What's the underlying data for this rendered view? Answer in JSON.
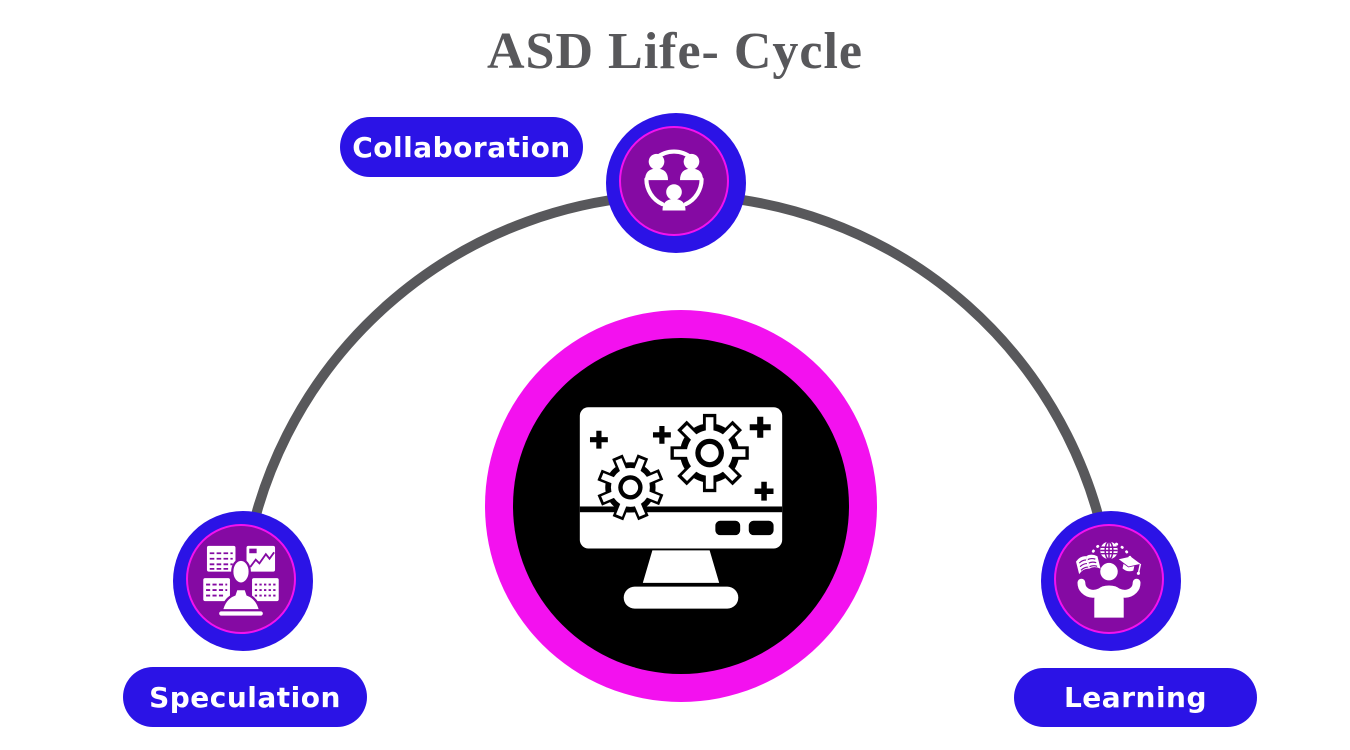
{
  "title": {
    "text": "ASD Life- Cycle"
  },
  "colors": {
    "accent_blue": "#2B13E6",
    "accent_purple": "#850AA3",
    "accent_magenta": "#F311EF",
    "arc_gray": "#58585B",
    "hub_black": "#000000",
    "background": "#FFFFFF",
    "label_text": "#FFFFFF"
  },
  "nodes": [
    {
      "id": "collaboration",
      "label": "Collaboration",
      "icon": "people-network-icon"
    },
    {
      "id": "speculation",
      "label": "Speculation",
      "icon": "analyst-workstation-icon"
    },
    {
      "id": "learning",
      "label": "Learning",
      "icon": "knowledge-juggler-icon"
    }
  ],
  "center": {
    "icon": "computer-gears-icon"
  }
}
